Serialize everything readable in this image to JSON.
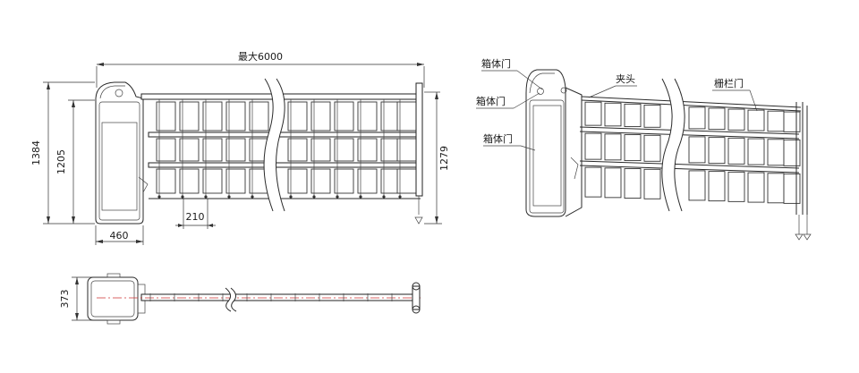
{
  "dimensions": {
    "max_length": "最大6000",
    "height_total": "1384",
    "height_box": "1205",
    "height_fence": "1279",
    "box_width": "460",
    "grid_pitch": "210",
    "depth": "373"
  },
  "callouts": {
    "box_door_top": "箱体门",
    "box_door_mid": "箱体门",
    "box_door_front": "箱体门",
    "clamp": "夹头",
    "fence_door": "栅栏门"
  }
}
